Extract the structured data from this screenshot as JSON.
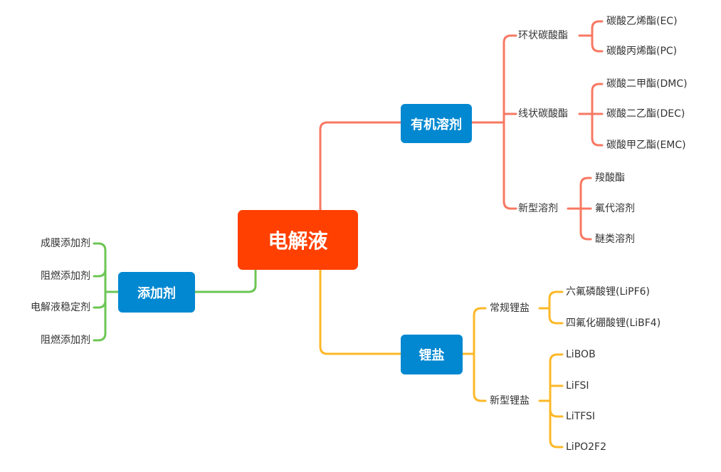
{
  "root": {
    "label": "电解液",
    "color": "#ff4000"
  },
  "colors": {
    "node_bg": "#0188d1",
    "organic": "#f87862",
    "salt": "#fdb827",
    "additive": "#6cc654",
    "text": "#333333"
  },
  "organic_solvent": {
    "label": "有机溶剂",
    "groups": [
      {
        "label": "环状碳酸酯",
        "items": [
          "碳酸乙烯酯(EC)",
          "碳酸丙烯酯(PC)"
        ]
      },
      {
        "label": "线状碳酸酯",
        "items": [
          "碳酸二甲酯(DMC)",
          "碳酸二乙酯(DEC)",
          "碳酸甲乙酯(EMC)"
        ]
      },
      {
        "label": "新型溶剂",
        "items": [
          "羧酸酯",
          "氟代溶剂",
          "醚类溶剂"
        ]
      }
    ]
  },
  "lithium_salt": {
    "label": "锂盐",
    "groups": [
      {
        "label": "常规锂盐",
        "items": [
          "六氟磷酸锂(LiPF6)",
          "四氟化硼酸锂(LiBF4)"
        ]
      },
      {
        "label": "新型锂盐",
        "items": [
          "LiBOB",
          "LiFSI",
          "LiTFSI",
          "LiPO2F2"
        ]
      }
    ]
  },
  "additive": {
    "label": "添加剂",
    "items": [
      "成膜添加剂",
      "阻燃添加剂",
      "电解液稳定剂",
      "阻燃添加剂"
    ]
  }
}
